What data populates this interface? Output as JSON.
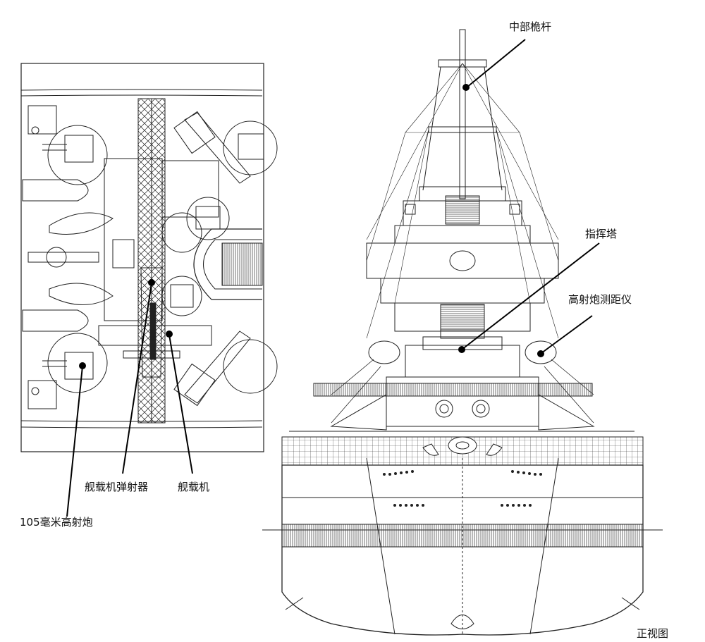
{
  "labels": {
    "mainmast": "中部桅杆",
    "bridge": "指挥塔",
    "rangefinder": "高射炮测距仪",
    "catapult": "舰载机弹射器",
    "aircraft": "舰载机",
    "aa_gun": "105毫米高射炮",
    "front_view": "正视图"
  },
  "colors": {
    "line": "#222222",
    "hatch": "#555555",
    "leader": "#000000"
  }
}
